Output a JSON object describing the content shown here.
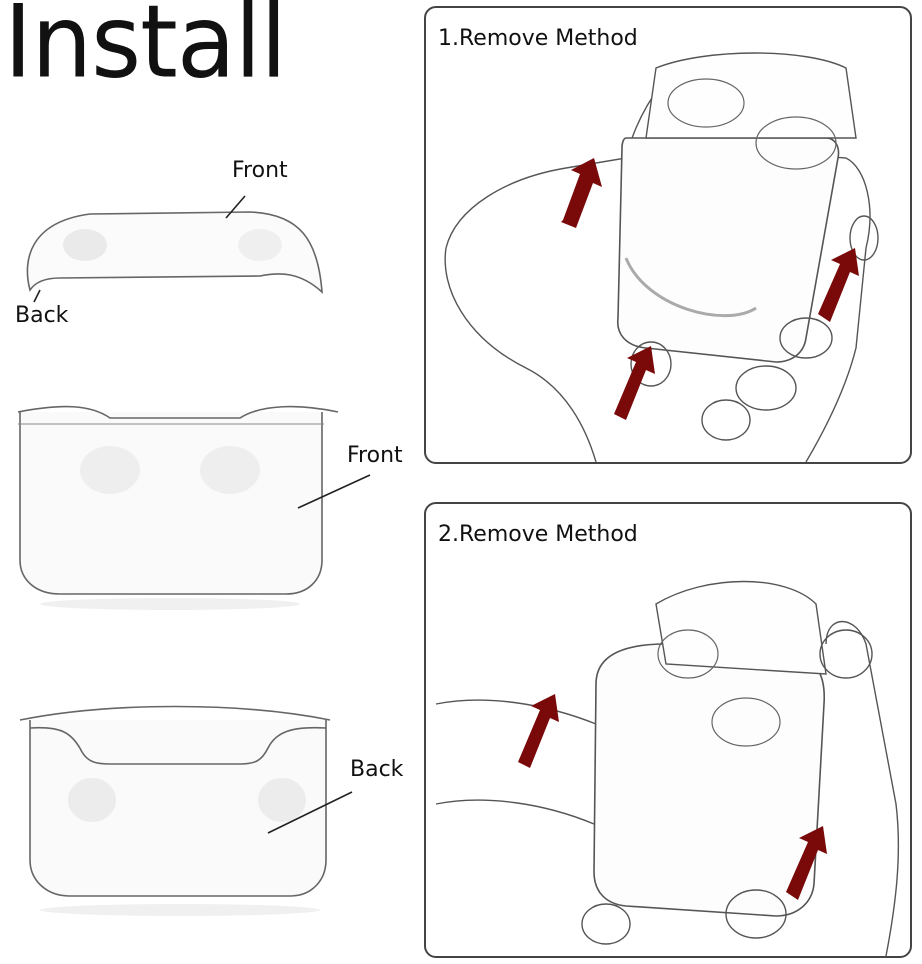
{
  "heading": "Install",
  "left_labels": {
    "lid_front": "Front",
    "lid_back": "Back",
    "body_front": "Front",
    "body_back": "Back"
  },
  "panels": [
    {
      "title": "1.Remove Method"
    },
    {
      "title": "2.Remove Method"
    }
  ],
  "colors": {
    "arrow": "#7a0a0a",
    "line": "#444444"
  }
}
